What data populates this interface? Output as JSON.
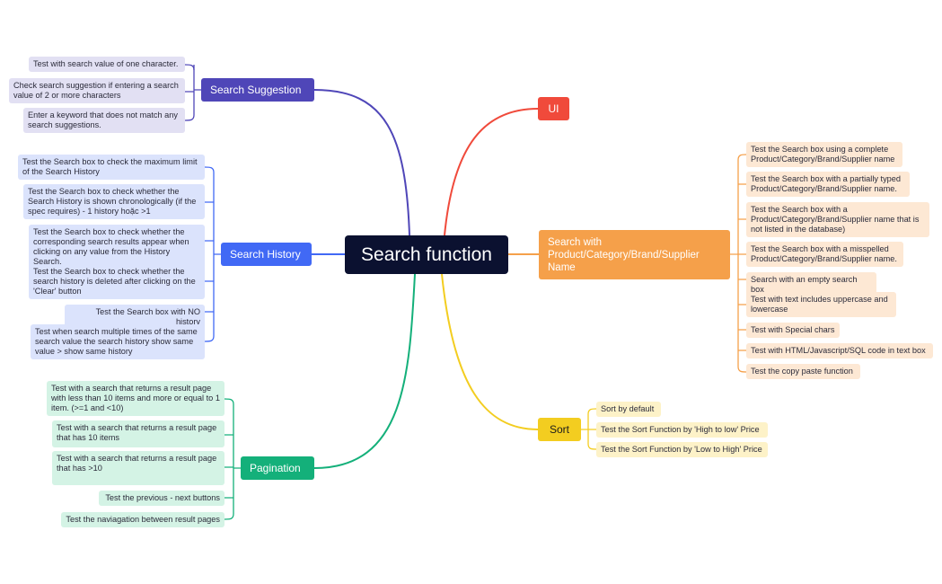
{
  "root": {
    "label": "Search function"
  },
  "branches": {
    "search_suggestion": {
      "label": "Search Suggestion",
      "color": "#4f46b8",
      "items": [
        "Test with search value of one character.",
        "Check search suggestion if entering a search value of 2 or more characters",
        "Enter a keyword that does not match any search suggestions."
      ]
    },
    "search_history": {
      "label": "Search History",
      "color": "#4169f5",
      "items": [
        "Test the Search box to check the maximum limit of the Search History",
        "Test the Search box to check whether the Search History is shown chronologically (if the spec requires) - 1 history hoặc >1",
        "Test the Search box to check whether the corresponding search results appear when clicking on any value from the History Search.",
        "Test the Search box to check whether the search history is deleted after clicking on the 'Clear' button",
        "Test the Search box with NO history",
        "Test when search multiple times of the same search value the search history show same value > show same history"
      ]
    },
    "pagination": {
      "label": "Pagination",
      "color": "#14b07a",
      "items": [
        "Test with a search that returns a result page with less than 10 items and more or equal to 1 item. (>=1 and <10)",
        "Test with a search that returns a result page that has 10 items",
        "Test with a search that returns a result page that has >10",
        "Test the previous - next buttons",
        "Test the naviagation between result pages"
      ]
    },
    "ui": {
      "label": "UI",
      "color": "#f04a3b",
      "items": []
    },
    "search_with": {
      "label": "Search with Product/Category/Brand/Supplier Name",
      "color": "#f5a04a",
      "items": [
        "Test the Search box using a complete Product/Category/Brand/Supplier name",
        "Test the Search box with a partially typed Product/Category/Brand/Supplier name.",
        "Test the Search box with a Product/Category/Brand/Supplier name that is not listed in the database)",
        "Test the Search box with a misspelled Product/Category/Brand/Supplier name.",
        "Search with an empty search box",
        "Test with text includes uppercase and lowercase",
        "Test with Special chars",
        "Test with HTML/Javascript/SQL code in text box",
        "Test the copy paste function"
      ]
    },
    "sort": {
      "label": "Sort",
      "color": "#f3cd20",
      "items": [
        "Sort by default",
        "Test the Sort Function by 'High to low' Price",
        "Test the Sort Function by 'Low to High' Price"
      ]
    }
  }
}
